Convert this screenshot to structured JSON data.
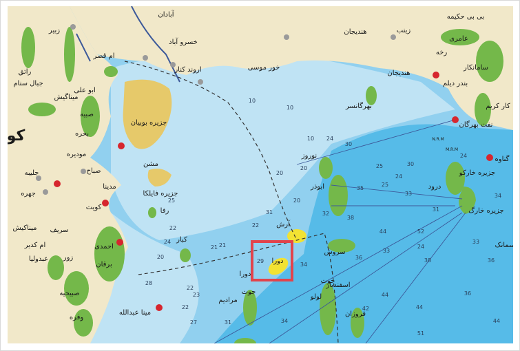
{
  "colors": {
    "land": "#f1e8c9",
    "shallow": "#bfe3f4",
    "medium": "#91d0ef",
    "deep": "#56bbe8",
    "oilfield": "#74b84a",
    "gasfield": "#f2e233",
    "highlight": "#e2434b",
    "city": "#d6262e",
    "town": "#9a9a9a"
  },
  "places": [
    {
      "id": "abadan",
      "text": "آبادان"
    },
    {
      "id": "khosro_abad",
      "text": "خسرو آباد"
    },
    {
      "id": "arvand_kenar",
      "text": "اروند کنار"
    },
    {
      "id": "khor_musa",
      "text": "خور موسی"
    },
    {
      "id": "hendijan_top",
      "text": "هندیجان"
    },
    {
      "id": "hendijan",
      "text": "هندیجان"
    },
    {
      "id": "bahregansar",
      "text": "بهرگانسر"
    },
    {
      "id": "nowruz",
      "text": "نوروز"
    },
    {
      "id": "abuzar",
      "text": "ابوذر"
    },
    {
      "id": "arash",
      "text": "آرش"
    },
    {
      "id": "soroush",
      "text": "سروش"
    },
    {
      "id": "esfandiar",
      "text": "اسفندیار"
    },
    {
      "id": "lulu",
      "text": "لولو"
    },
    {
      "id": "forouzan",
      "text": "فروزان"
    },
    {
      "id": "dorood",
      "text": "درود"
    },
    {
      "id": "kharg",
      "text": "جزیره خارگ"
    },
    {
      "id": "khargu",
      "text": "جزیره خارکو"
    },
    {
      "id": "ganaveh",
      "text": "گناوه"
    },
    {
      "id": "bandar_deylam",
      "text": "بندر دیلم"
    },
    {
      "id": "bushehr_naft",
      "text": "نفت بهرگان"
    },
    {
      "id": "kharg_karim",
      "text": "کار کریم"
    },
    {
      "id": "samand",
      "text": "سمانک"
    },
    {
      "id": "bibi_hakimeh",
      "text": "بی بی حکیمه"
    },
    {
      "id": "zeynab",
      "text": "زینب"
    },
    {
      "id": "amiri",
      "text": "عامری"
    },
    {
      "id": "raheh",
      "text": "رخه"
    },
    {
      "id": "saman_kar",
      "text": "سامانکار"
    },
    {
      "id": "bubiyan",
      "text": "جزیره بوبیان"
    },
    {
      "id": "failaka",
      "text": "جزیره فایلکا"
    },
    {
      "id": "mashan",
      "text": "مشن"
    },
    {
      "id": "rafa",
      "text": "رفا"
    },
    {
      "id": "kobar",
      "text": "کبار"
    },
    {
      "id": "kuwait",
      "text": "کو"
    },
    {
      "id": "zubair",
      "text": "زبیر"
    },
    {
      "id": "umm_qasr",
      "text": "ام قصر"
    },
    {
      "id": "jabal_sanam",
      "text": "جبال سنام"
    },
    {
      "id": "ratqa",
      "text": "راتق"
    },
    {
      "id": "abu_ali",
      "text": "ابو علی"
    },
    {
      "id": "minagish",
      "text": "میناگیش"
    },
    {
      "id": "sabiriyah",
      "text": "صبیه"
    },
    {
      "id": "bahra",
      "text": "بحره"
    },
    {
      "id": "mudayrah",
      "text": "مودیره"
    },
    {
      "id": "jalibah",
      "text": "جلیبه"
    },
    {
      "id": "jahra",
      "text": "جهره"
    },
    {
      "id": "sabah",
      "text": "صباح"
    },
    {
      "id": "medina",
      "text": "مدینا"
    },
    {
      "id": "kuwait_city",
      "text": "کویت"
    },
    {
      "id": "minagish2",
      "text": "میناکیش"
    },
    {
      "id": "burgan",
      "text": "برقان"
    },
    {
      "id": "ahmadi",
      "text": "احمدی"
    },
    {
      "id": "umm_gudair",
      "text": "ام کدیر"
    },
    {
      "id": "sabriya",
      "text": "صبیحیه"
    },
    {
      "id": "wafra",
      "text": "وفره"
    },
    {
      "id": "mina_abdullah",
      "text": "مینا عبدالله"
    },
    {
      "id": "qurain",
      "text": "سریف"
    },
    {
      "id": "umm_alaish",
      "text": "عبدولیا"
    },
    {
      "id": "zour",
      "text": "زور"
    },
    {
      "id": "jaz",
      "text": "جوت"
    },
    {
      "id": "maradim",
      "text": "مرادیم"
    },
    {
      "id": "dorra",
      "text": "دورا"
    },
    {
      "id": "dorra_lbl",
      "text": "دورا"
    },
    {
      "id": "hout",
      "text": "حوت"
    },
    {
      "id": "nrm",
      "text": "N.R.M"
    },
    {
      "id": "mrm",
      "text": "M.R.M"
    }
  ],
  "depths": [
    {
      "v": "10"
    },
    {
      "v": "10"
    },
    {
      "v": "10"
    },
    {
      "v": "20"
    },
    {
      "v": "20"
    },
    {
      "v": "30"
    },
    {
      "v": "25"
    },
    {
      "v": "24"
    },
    {
      "v": "30"
    },
    {
      "v": "25"
    },
    {
      "v": "35"
    },
    {
      "v": "33"
    },
    {
      "v": "20"
    },
    {
      "v": "22"
    },
    {
      "v": "31"
    },
    {
      "v": "21"
    },
    {
      "v": "20"
    },
    {
      "v": "24"
    },
    {
      "v": "22"
    },
    {
      "v": "29"
    },
    {
      "v": "34"
    },
    {
      "v": "38"
    },
    {
      "v": "36"
    },
    {
      "v": "44"
    },
    {
      "v": "52"
    },
    {
      "v": "33"
    },
    {
      "v": "31"
    },
    {
      "v": "24"
    },
    {
      "v": "38"
    },
    {
      "v": "24"
    },
    {
      "v": "33"
    },
    {
      "v": "34"
    },
    {
      "v": "36"
    },
    {
      "v": "23"
    },
    {
      "v": "27"
    },
    {
      "v": "22"
    },
    {
      "v": "42"
    },
    {
      "v": "44"
    },
    {
      "v": "44"
    },
    {
      "v": "36"
    },
    {
      "v": "51"
    },
    {
      "v": "44"
    },
    {
      "v": "31"
    },
    {
      "v": "21"
    },
    {
      "v": "25"
    },
    {
      "v": "24"
    },
    {
      "v": "32"
    },
    {
      "v": "22"
    },
    {
      "v": "28"
    },
    {
      "v": "34"
    }
  ],
  "highlight_box": {
    "label": "دورا"
  }
}
